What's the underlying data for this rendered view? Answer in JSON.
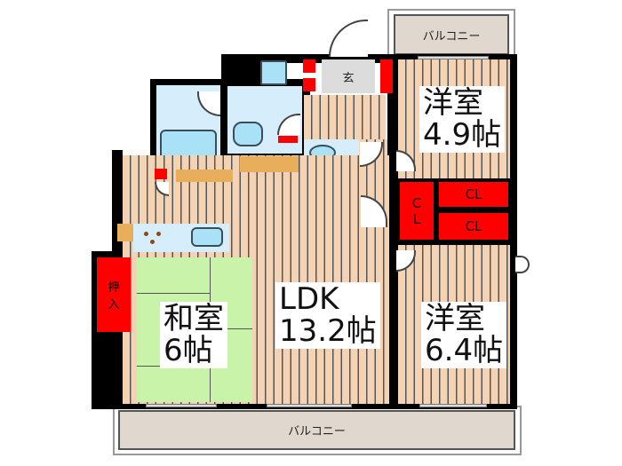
{
  "floorplan": {
    "balcony_top": {
      "label": "バルコニー"
    },
    "balcony_bottom": {
      "label": "バルコニー"
    },
    "entrance": {
      "label": "玄"
    },
    "western_room_1": {
      "name": "洋室",
      "size": "4.9帖"
    },
    "western_room_2": {
      "name": "洋室",
      "size": "6.4帖"
    },
    "ldk": {
      "name": "LDK",
      "size": "13.2帖"
    },
    "japanese_room": {
      "name": "和室",
      "size": "6帖"
    },
    "oshiire": {
      "line1": "押",
      "line2": "入"
    },
    "closets": [
      {
        "line1": "C",
        "line2": "L"
      },
      {
        "label": "CL"
      },
      {
        "label": "CL"
      }
    ],
    "colors": {
      "floor_wood": "#f4d2b4",
      "tatami": "#c8f3a8",
      "wet_area": "#d6eefc",
      "storage": "#ff0000",
      "balcony": "#e0d8ce",
      "counter": "#e8ae5c",
      "wall": "#000000"
    }
  }
}
